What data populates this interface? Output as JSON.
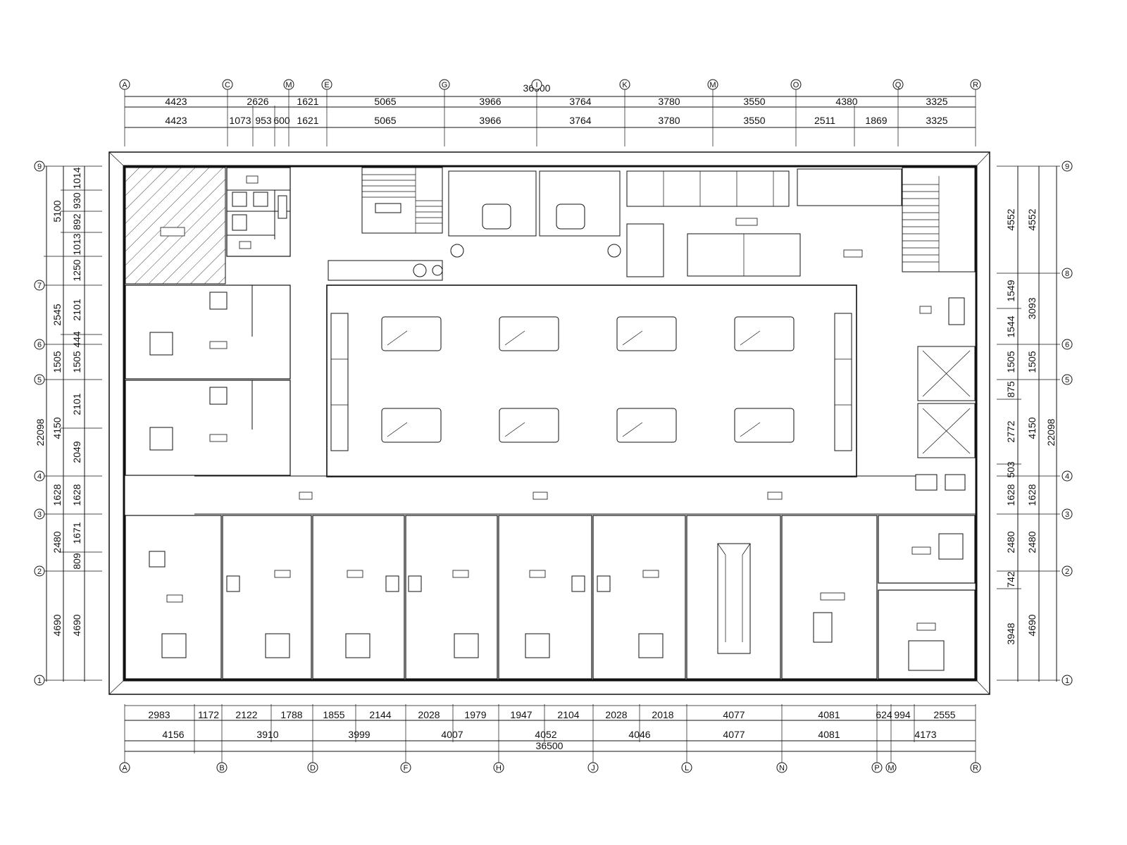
{
  "top_dimensions": {
    "overall": "36500",
    "row1": [
      "4423",
      "2626",
      "1621",
      "5065",
      "3966",
      "3764",
      "3780",
      "3550",
      "4380",
      "3325"
    ],
    "row2": [
      "4423",
      "1073",
      "953",
      "600",
      "1621",
      "5065",
      "3966",
      "3764",
      "3780",
      "3550",
      "2511",
      "1869",
      "3325"
    ]
  },
  "bottom_dimensions": {
    "overall": "36500",
    "row1": [
      "2983",
      "1172",
      "2122",
      "1788",
      "1855",
      "2144",
      "2028",
      "1979",
      "1947",
      "2104",
      "2028",
      "2018",
      "4077",
      "4081",
      "624",
      "994",
      "2555"
    ],
    "row2": [
      "4156",
      "3910",
      "3999",
      "4007",
      "4052",
      "4046",
      "4077",
      "4081",
      "4173"
    ]
  },
  "left_dimensions": {
    "overall": "22098",
    "outer": [
      "5100",
      "2545",
      "1505",
      "4150",
      "1628",
      "2480",
      "4690"
    ],
    "inner": [
      "1014",
      "930",
      "892",
      "1013",
      "1250",
      "2101",
      "444",
      "1505",
      "2101",
      "2049",
      "1628",
      "1671",
      "809",
      "4690"
    ]
  },
  "right_dimensions": {
    "overall": "22098",
    "outer": [
      "4552",
      "3093",
      "1505",
      "4150",
      "1628",
      "2480",
      "4690"
    ],
    "inner": [
      "4552",
      "1549",
      "1544",
      "1505",
      "875",
      "2772",
      "503",
      "1628",
      "2480",
      "742",
      "3948"
    ]
  },
  "top_axes": [
    "A",
    "C",
    "M",
    "E",
    "G",
    "I",
    "K",
    "M",
    "O",
    "Q",
    "R"
  ],
  "bottom_axes": [
    "A",
    "B",
    "D",
    "F",
    "H",
    "J",
    "L",
    "N",
    "P",
    "M",
    "R"
  ],
  "left_axes": [
    "9",
    "7",
    "6",
    "5",
    "4",
    "3",
    "2",
    "1"
  ],
  "right_axes": [
    "9",
    "8",
    "6",
    "5",
    "4",
    "3",
    "2",
    "1"
  ]
}
